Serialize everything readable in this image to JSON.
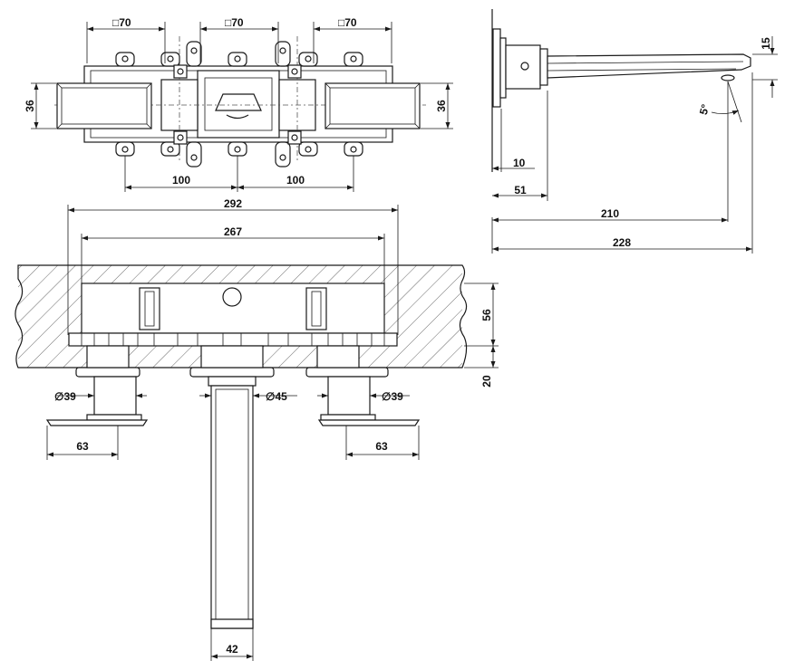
{
  "top_view": {
    "square_left": "□70",
    "square_center": "□70",
    "square_right": "□70",
    "height_left": "36",
    "height_right": "36",
    "spacing_left": "100",
    "spacing_right": "100"
  },
  "side_view": {
    "spout_height": "15",
    "angle": "5°",
    "flange_depth": "10",
    "body_depth": "51",
    "spout_reach": "210",
    "total_depth": "228"
  },
  "front_view": {
    "overall_width": "292",
    "body_width": "267",
    "wall_depth": "56",
    "projection": "20",
    "left_rosette_diameter": "∅39",
    "spout_diameter": "∅45",
    "right_rosette_diameter": "∅39",
    "left_handle_width": "63",
    "right_handle_width": "63",
    "spout_width": "42"
  }
}
